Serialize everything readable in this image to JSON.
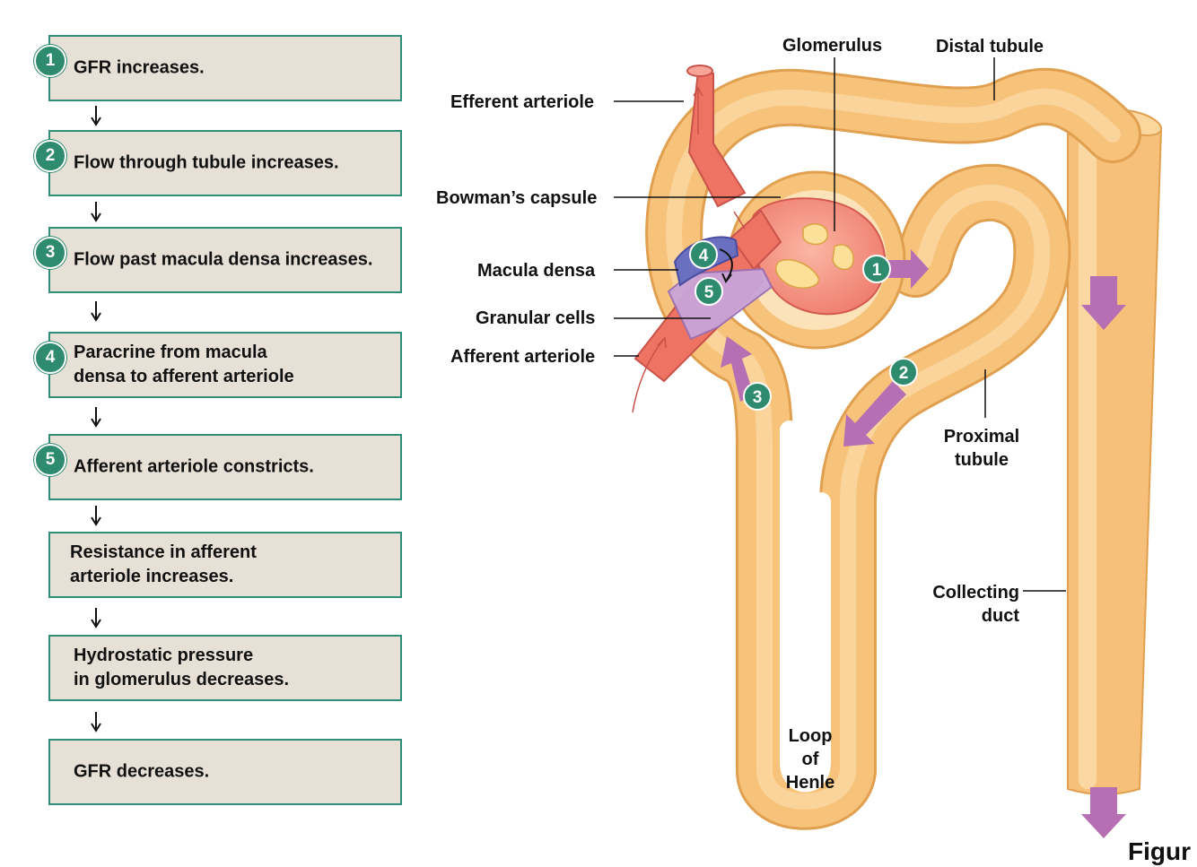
{
  "flowchart": {
    "steps": [
      {
        "num": "1",
        "text": "GFR increases."
      },
      {
        "num": "2",
        "text": "Flow through tubule increases."
      },
      {
        "num": "3",
        "text": "Flow past macula densa increases."
      },
      {
        "num": "4",
        "text": "Paracrine from macula\ndensa to afferent arteriole"
      },
      {
        "num": "5",
        "text": "Afferent arteriole constricts."
      },
      {
        "num": "",
        "text": "Resistance in afferent\narteriole increases."
      },
      {
        "num": "",
        "text": "Hydrostatic pressure\nin glomerulus decreases."
      },
      {
        "num": "",
        "text": "GFR decreases."
      }
    ]
  },
  "labels": {
    "glomerulus": "Glomerulus",
    "distal_tubule": "Distal tubule",
    "efferent_arteriole": "Efferent arteriole",
    "bowmans_capsule": "Bowman’s capsule",
    "macula_densa": "Macula densa",
    "granular_cells": "Granular cells",
    "afferent_arteriole": "Afferent arteriole",
    "proximal_tubule": "Proximal\ntubule",
    "collecting_duct": "Collecting\nduct",
    "loop_of_henle": "Loop\nof\nHenle",
    "figure_caption": "Figur"
  },
  "markers": {
    "m1": "1",
    "m2": "2",
    "m3": "3",
    "m4": "4",
    "m5": "5"
  },
  "colors": {
    "box_fill": "#e7e0d6",
    "box_border": "#2f8e78",
    "badge": "#2e8b6e",
    "tubule": "#f7c27a",
    "tubule_outline": "#e3a24e",
    "vessel": "#ec6f62",
    "flow_arrow": "#b56fb2"
  }
}
